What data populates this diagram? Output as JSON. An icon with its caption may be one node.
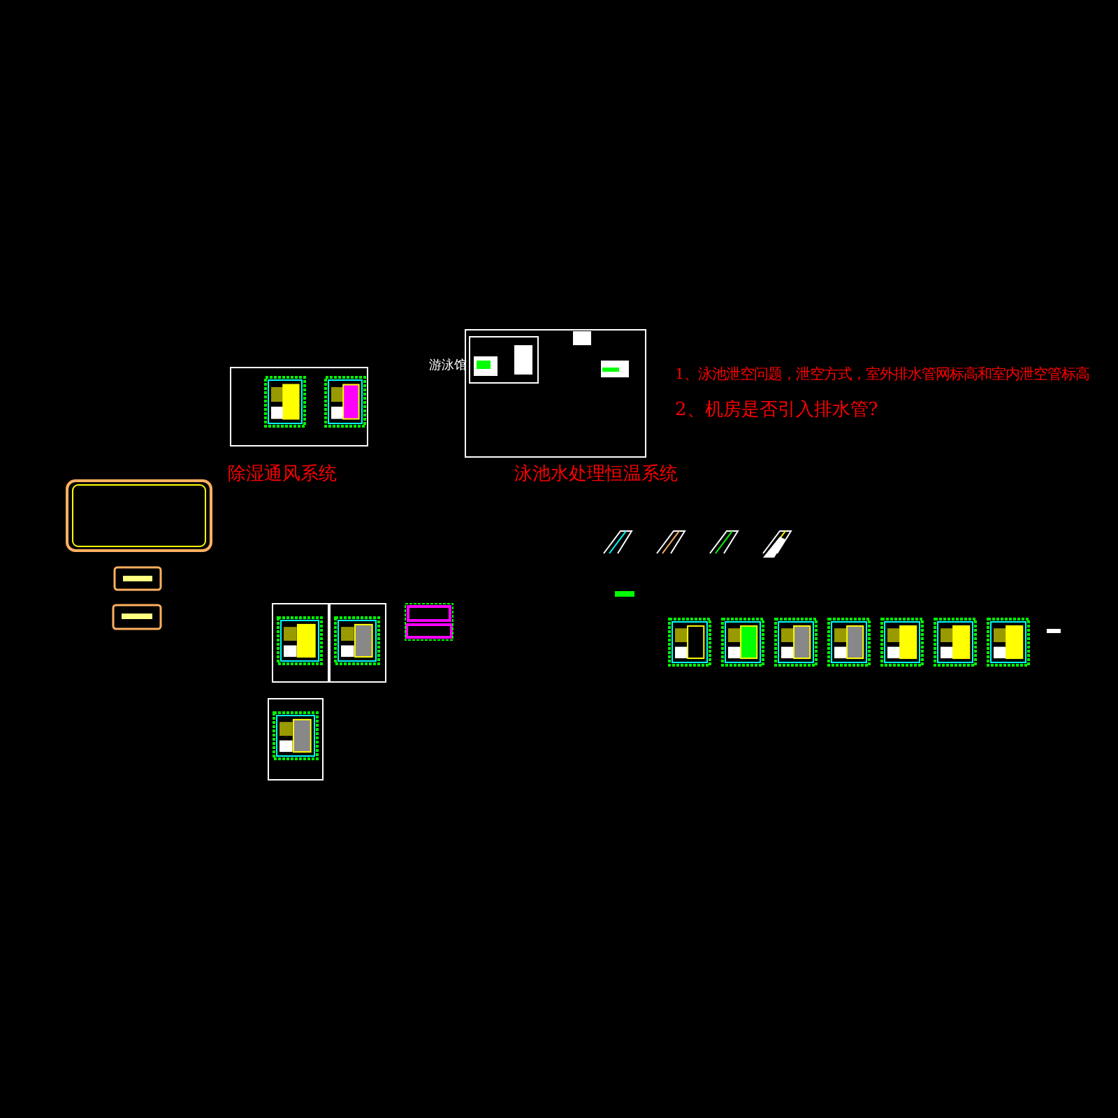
{
  "diagram": {
    "labels": [
      "除湿通风系统",
      "游泳馆",
      "泳池水处理恒温系统",
      "1、泳池泄空问题，泄空方式，室外排水管网标高和室内泄空管标高",
      "2、机房是否引入排水管?"
    ]
  }
}
